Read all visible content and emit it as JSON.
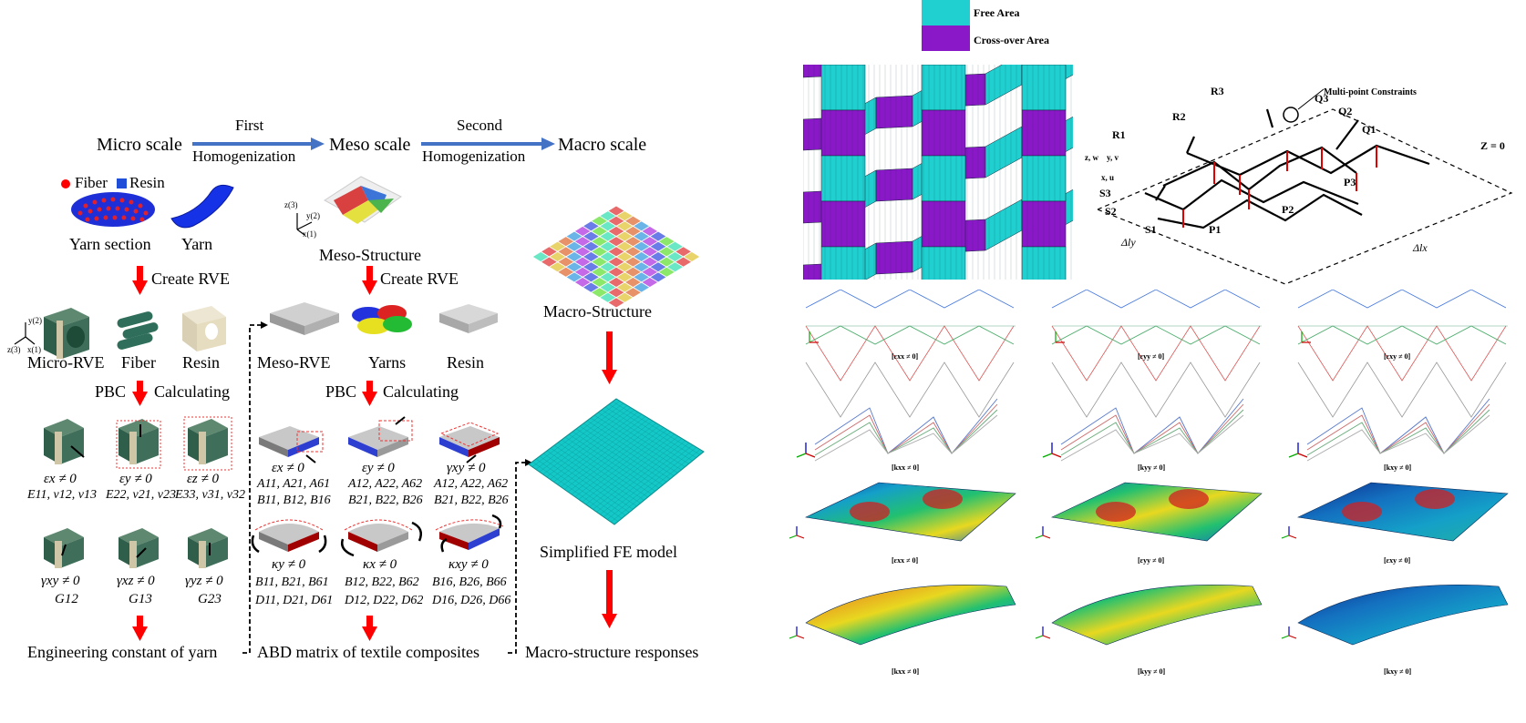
{
  "scale_flow": {
    "micro": "Micro scale",
    "meso": "Meso scale",
    "macro": "Macro scale",
    "first_top": "First",
    "first_bottom": "Homogenization",
    "second_top": "Second",
    "second_bottom": "Homogenization"
  },
  "micro": {
    "legend_fiber": "Fiber",
    "legend_resin": "Resin",
    "yarn_section": "Yarn section",
    "yarn": "Yarn",
    "create_rve": "Create RVE",
    "micro_rve": "Micro-RVE",
    "fiber": "Fiber",
    "resin": "Resin",
    "pbc": "PBC",
    "calculating": "Calculating",
    "axes": {
      "y": "y(2)",
      "z": "z(3)",
      "x": "x(1)"
    },
    "cases": [
      {
        "strain": "εx ≠ 0",
        "props": "E11, ν12, ν13"
      },
      {
        "strain": "εy ≠ 0",
        "props": "E22, ν21, ν23"
      },
      {
        "strain": "εz ≠ 0",
        "props": "E33, ν31, ν32"
      },
      {
        "strain": "γxy ≠ 0",
        "props": "G12"
      },
      {
        "strain": "γxz ≠ 0",
        "props": "G13"
      },
      {
        "strain": "γyz ≠ 0",
        "props": "G23"
      }
    ],
    "result": "Engineering constant of yarn"
  },
  "meso": {
    "structure": "Meso-Structure",
    "create_rve": "Create RVE",
    "meso_rve": "Meso-RVE",
    "yarns": "Yarns",
    "resin": "Resin",
    "pbc": "PBC",
    "calculating": "Calculating",
    "axes": {
      "z": "z(3)",
      "y": "y(2)",
      "x": "x(1)"
    },
    "cases": [
      {
        "strain": "εx ≠ 0",
        "l1": "A11, A21, A61",
        "l2": "B11, B12, B16"
      },
      {
        "strain": "εy ≠ 0",
        "l1": "A12, A22, A62",
        "l2": "B21, B22, B26"
      },
      {
        "strain": "γxy ≠ 0",
        "l1": "A12, A22, A62",
        "l2": "B21, B22, B26"
      },
      {
        "strain": "κy ≠ 0",
        "l1": "B11, B21, B61",
        "l2": "D11, D21, D61"
      },
      {
        "strain": "κx ≠ 0",
        "l1": "B12, B22, B62",
        "l2": "D12, D22, D62"
      },
      {
        "strain": "κxy ≠ 0",
        "l1": "B16, B26, B66",
        "l2": "D16, D26, D66"
      }
    ],
    "result": "ABD matrix of textile composites"
  },
  "macro": {
    "structure": "Macro-Structure",
    "fe_model": "Simplified FE model",
    "result": "Macro-structure responses"
  },
  "right_legend": {
    "free": "Free Area",
    "cross": "Cross-over Area"
  },
  "constraint_diagram": {
    "title": "Multi-point Constraints",
    "z0": "Z = 0",
    "labels": [
      "R1",
      "R2",
      "R3",
      "Q1",
      "Q2",
      "Q3",
      "P1",
      "P2",
      "P3",
      "S1",
      "S2",
      "S3"
    ],
    "axes": [
      "z, w",
      "y, v",
      "x, u"
    ],
    "dly": "Δly",
    "dlx": "Δlx"
  },
  "captions": [
    "[εxx ≠ 0]",
    "[εyy ≠ 0]",
    "[εxy ≠ 0]",
    "[kxx ≠ 0]",
    "[kyy ≠ 0]",
    "[kxy ≠ 0]",
    "[εxx ≠ 0]",
    "[εyy ≠ 0]",
    "[εxy ≠ 0]",
    "[kxx ≠ 0]",
    "[kyy ≠ 0]",
    "[kxy ≠ 0]"
  ],
  "colors": {
    "arrow_blue": "#4472C4",
    "arrow_red": "#FF0000",
    "teal": "#20CFCF",
    "purple": "#8B18C8"
  }
}
